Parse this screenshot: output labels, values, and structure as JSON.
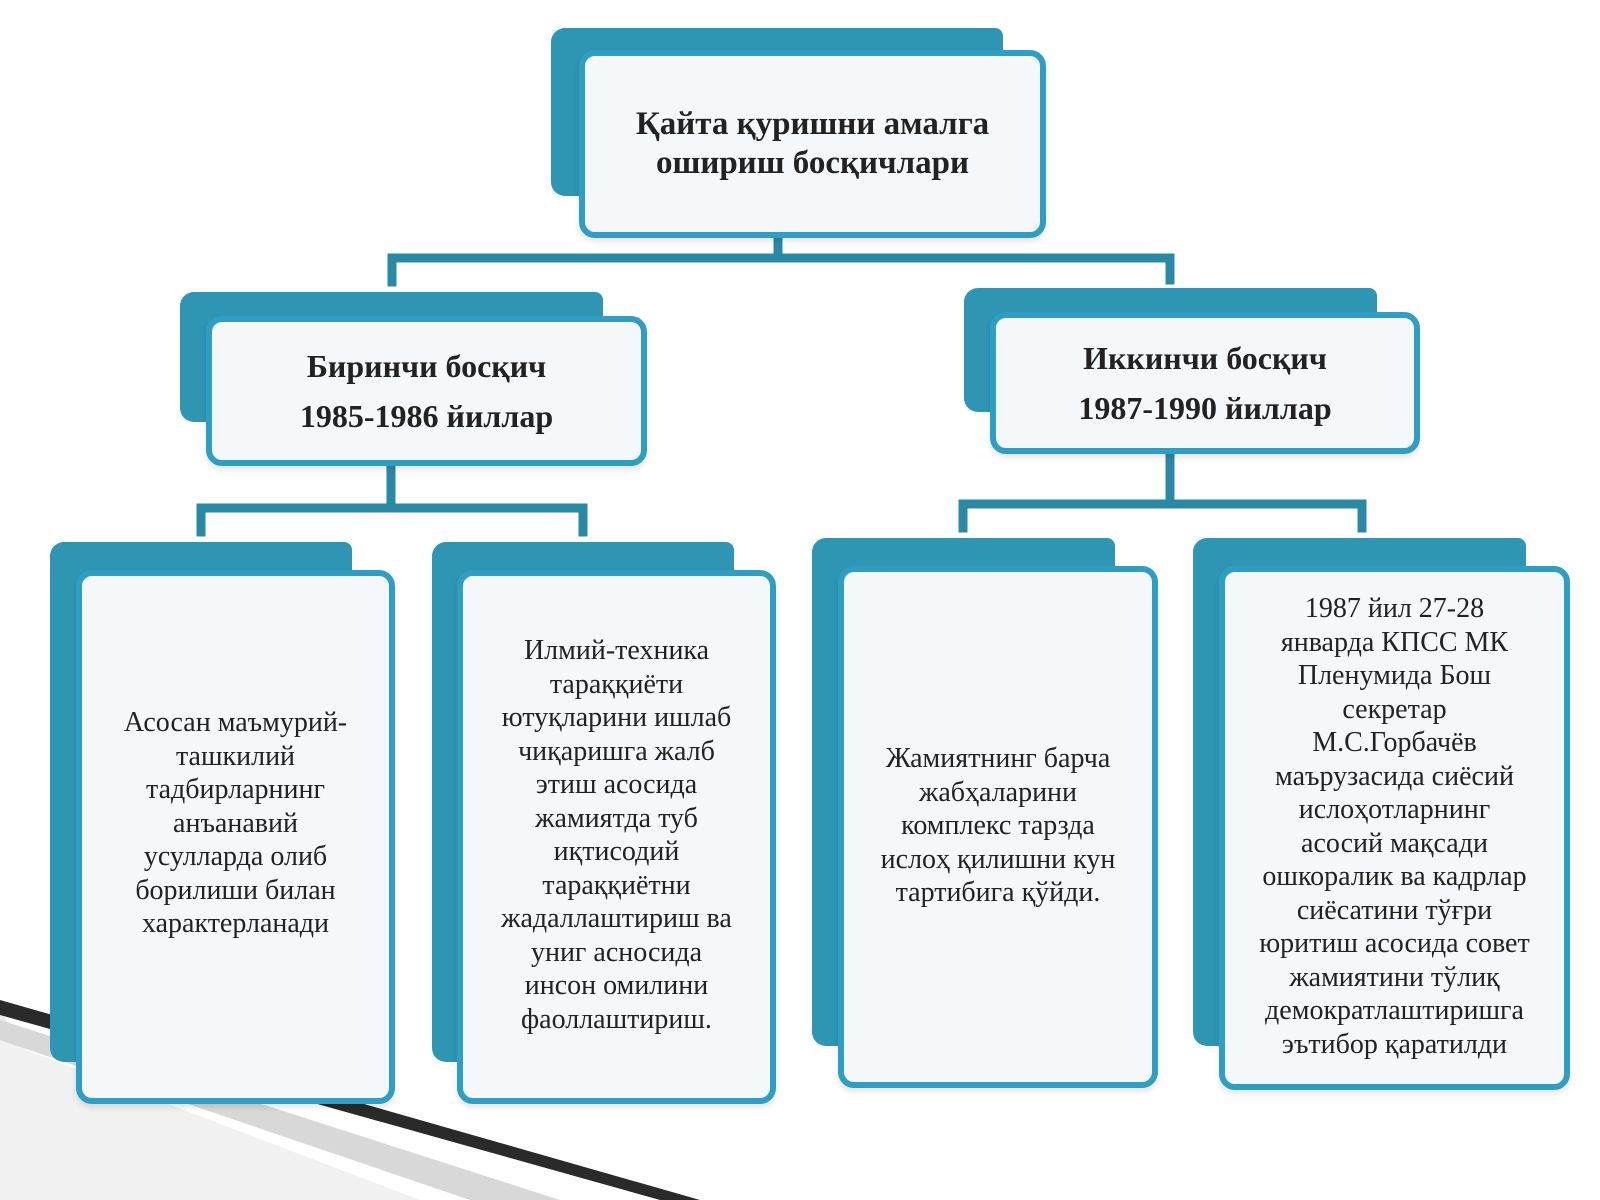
{
  "root": {
    "title_line1": "Қайта қуришни амалга",
    "title_line2": "ошириш босқичлари"
  },
  "stage1": {
    "name": "Биринчи босқич",
    "years": "1985-1986 йиллар",
    "items": [
      {
        "lines": [
          "Асосан маъмурий-",
          "ташкилий",
          "тадбирларнинг",
          "анъанавий",
          "усулларда олиб",
          "борилиши билан",
          "характерланади"
        ]
      },
      {
        "lines": [
          "Илмий-техника",
          "тараққиёти",
          "ютуқларини ишлаб",
          "чиқаришга жалб",
          "этиш асосида",
          "жамиятда туб",
          "иқтисодий",
          "тараққиётни",
          "жадаллаштириш ва",
          "униг асносида",
          "инсон омилини",
          "фаоллаштириш."
        ]
      }
    ]
  },
  "stage2": {
    "name": "Иккинчи босқич",
    "years": "1987-1990 йиллар",
    "items": [
      {
        "lines": [
          "Жамиятнинг барча",
          "жабҳаларини",
          "комплекс тарзда",
          "ислоҳ қилишни кун",
          "тартибига қўйди."
        ]
      },
      {
        "lines": [
          "1987 йил 27-28",
          "январда  КПСС МК",
          "Пленумида Бош",
          "секретар",
          "М.С.Горбачёв",
          "маърузасида сиёсий",
          "ислоҳотларнинг",
          "асосий мақсади",
          "ошкоралик ва кадрлар",
          "сиёсатини тўғри",
          "юритиш асосида совет",
          "жамиятини тўлиқ",
          "демократлаштиришга",
          "эътибор қаратилди"
        ]
      }
    ]
  },
  "colors": {
    "accent": "#2e9fc2",
    "shadow": "#2e95b3",
    "connector": "#2a8aa6",
    "card_bg": "#f4f8fa"
  }
}
